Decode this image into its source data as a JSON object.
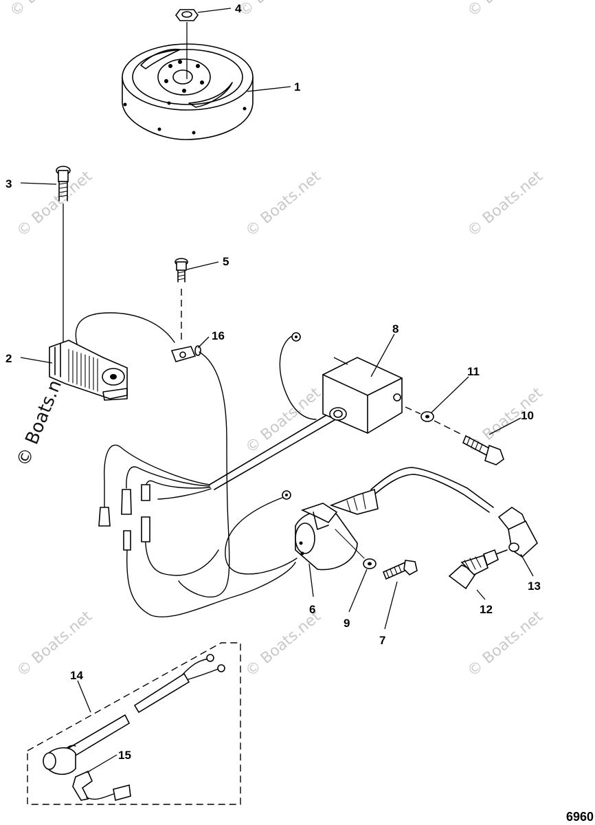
{
  "watermark": {
    "text": "© Boats.net",
    "text_small": "© B"
  },
  "callouts": [
    "1",
    "2",
    "3",
    "4",
    "5",
    "6",
    "7",
    "8",
    "9",
    "10",
    "11",
    "12",
    "13",
    "14",
    "15",
    "16"
  ],
  "figure_number": "6960"
}
